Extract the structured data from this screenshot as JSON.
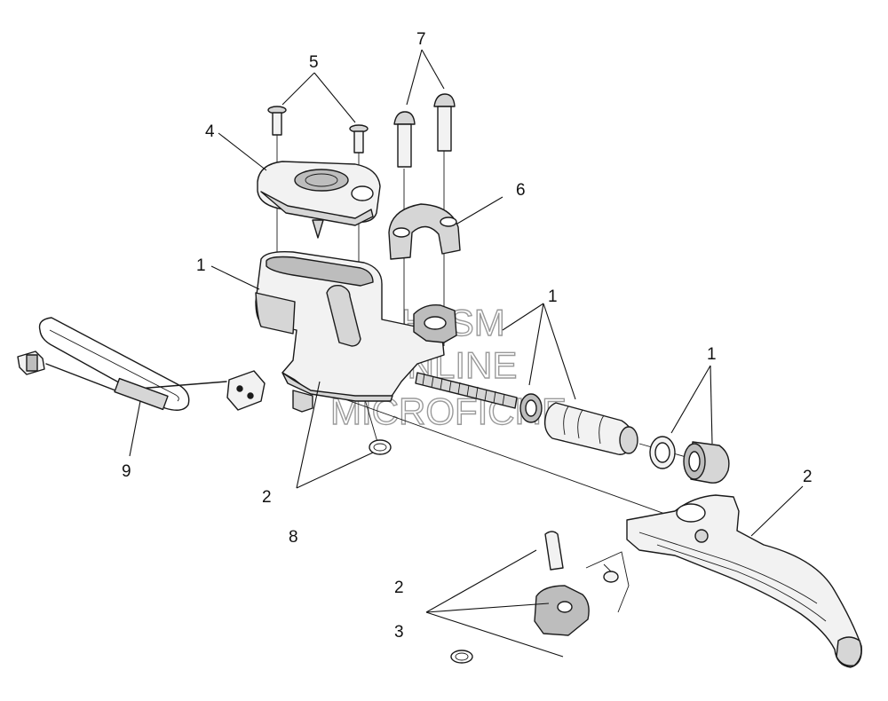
{
  "colors": {
    "line": "#1a1a1a",
    "fill_light": "#f2f2f2",
    "fill_mid": "#d6d6d6",
    "fill_dark": "#bdbdbd",
    "watermark": "#9a9a9a"
  },
  "callouts": {
    "c5": "5",
    "c7": "7",
    "c4": "4",
    "c6": "6",
    "c1_reservoir": "1",
    "c1_piston": "1",
    "c1_seals": "1",
    "c9": "9",
    "c2_right": "2",
    "c2_left": "2",
    "c8": "8",
    "c2_bottom": "2",
    "c3": "3"
  },
  "watermark": {
    "line1": "HLSM",
    "line2": "ONLINE",
    "line3": "MICROFICHE"
  }
}
